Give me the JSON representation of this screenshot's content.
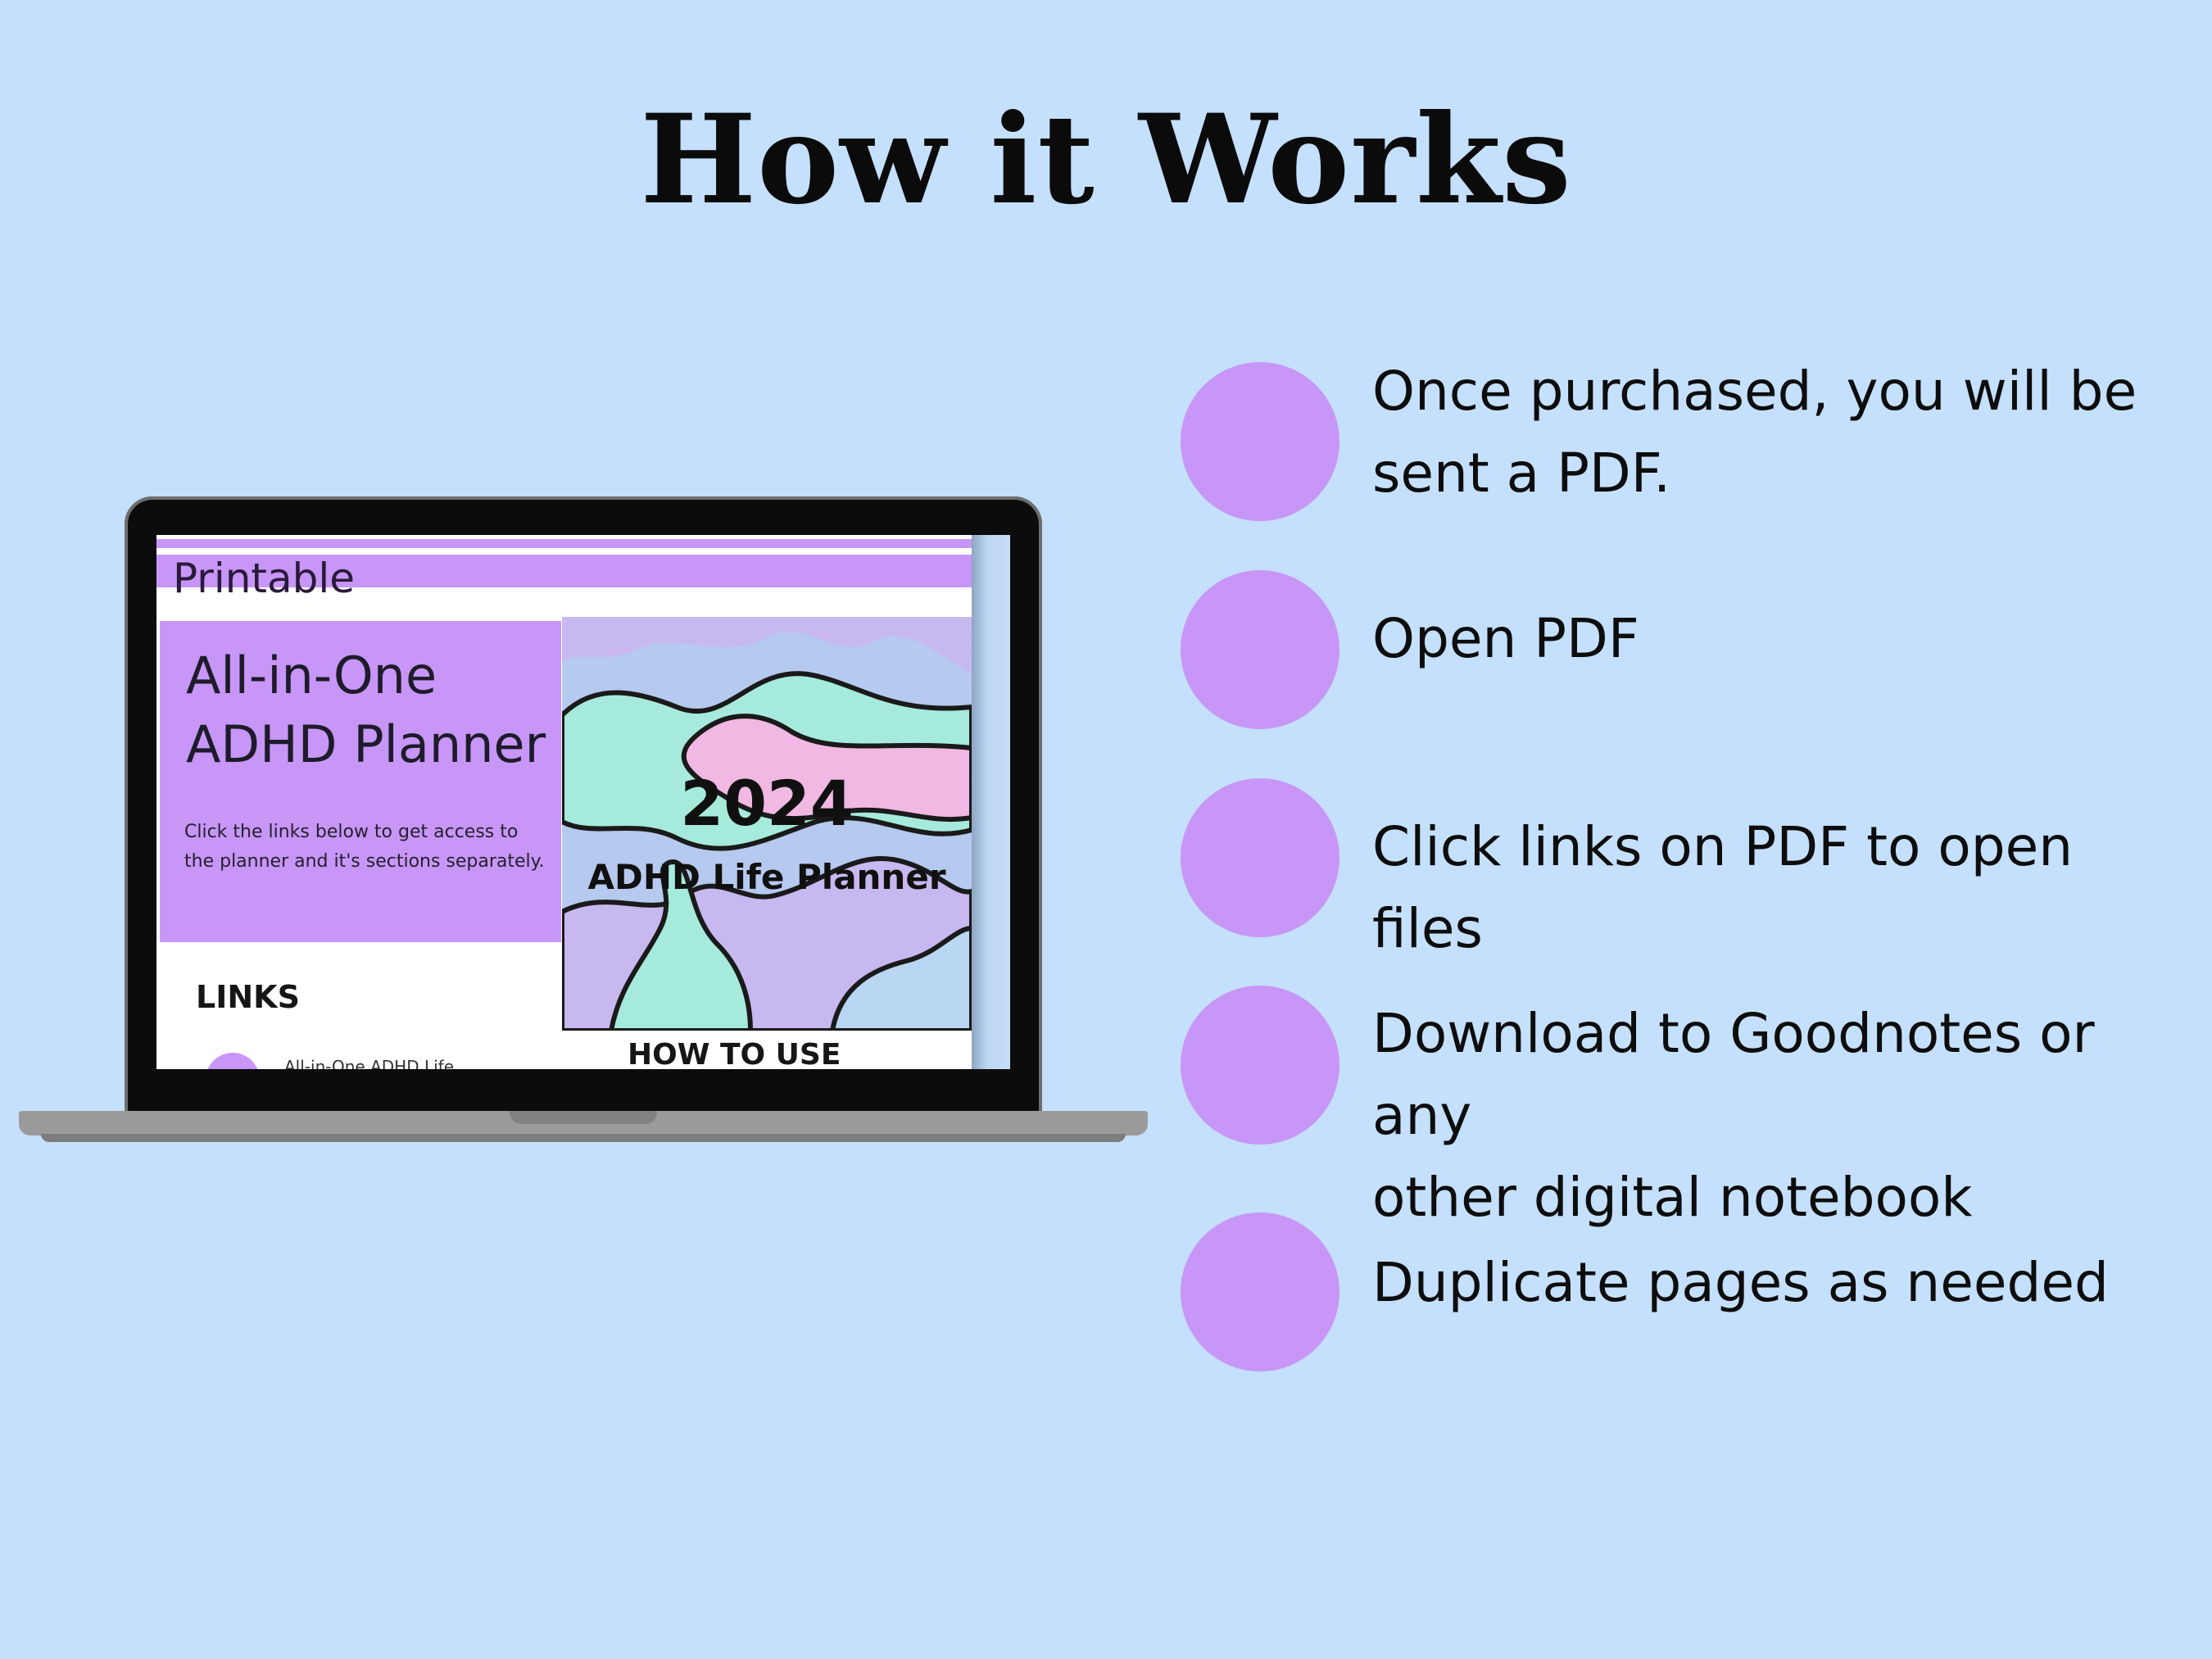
{
  "page": {
    "title": "How it Works",
    "background": "#c5e0fd",
    "accent": "#c796f7"
  },
  "laptop": {
    "screen": {
      "header_label": "Printable",
      "planner_title_line1": "All-in-One",
      "planner_title_line2": "ADHD Planner",
      "planner_sub_line1": "Click the links below to get access to",
      "planner_sub_line2": "the planner and it's sections separately.",
      "links_heading": "LINKS",
      "link_item_text": "All-in-One ADHD Life",
      "howto_heading": "HOW TO USE",
      "cover_year": "2024",
      "cover_name": "ADHD Life Planner",
      "cover_colors": [
        "#b6c9ee",
        "#a6eadb",
        "#f0b8e2",
        "#c7b8f0",
        "#b9d6f3"
      ]
    }
  },
  "steps": [
    {
      "lines": [
        "Once purchased, you will be",
        "sent a PDF."
      ]
    },
    {
      "lines": [
        "Open PDF"
      ]
    },
    {
      "lines": [
        "Click links on PDF to open files"
      ]
    },
    {
      "lines": [
        "Download to Goodnotes or any",
        "other digital notebook"
      ]
    },
    {
      "lines": [
        "Duplicate pages as needed"
      ]
    }
  ]
}
